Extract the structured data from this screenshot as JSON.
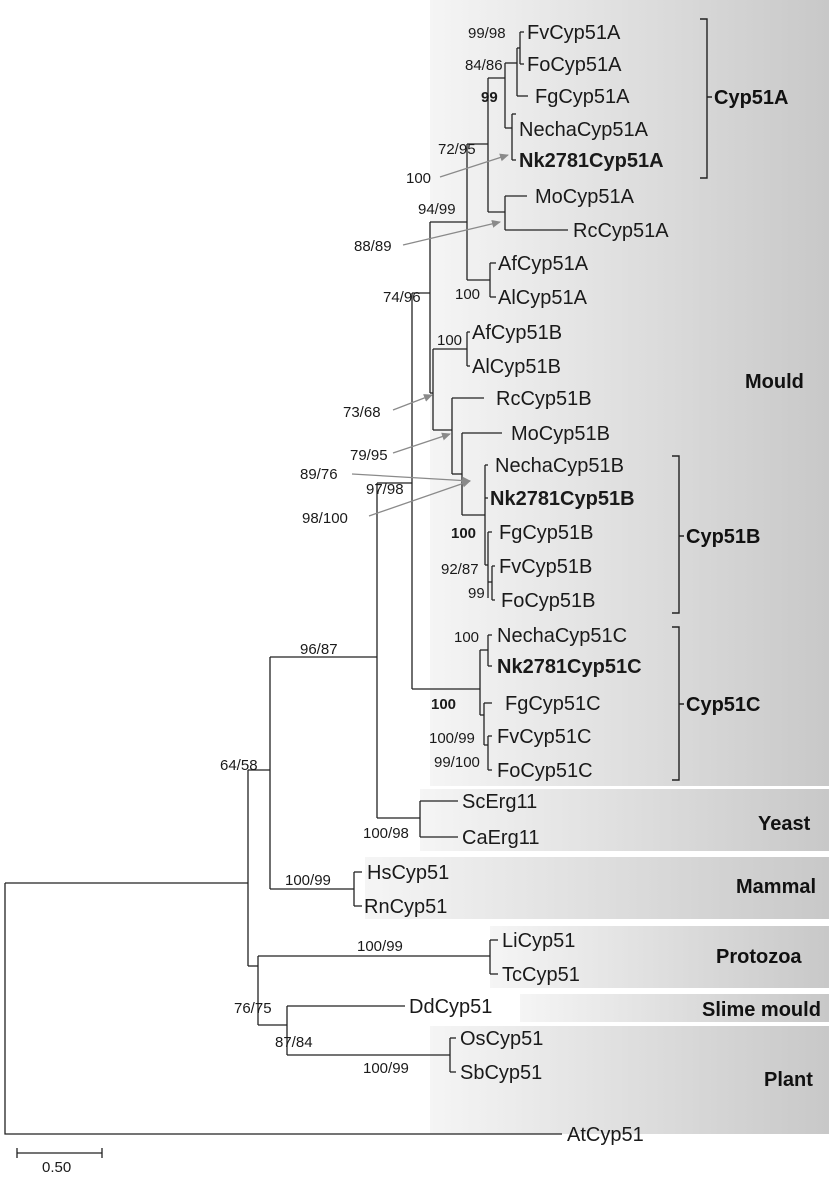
{
  "colors": {
    "band_start": "#f4f4f4",
    "band_end": "#c9c9c9",
    "branch": "#222222",
    "pointer": "#8a8a8a"
  },
  "taxa": {
    "fvcyp51a": "FvCyp51A",
    "focyp51a": "FoCyp51A",
    "fgcyp51a": "FgCyp51A",
    "nechacyp51a": "NechaCyp51A",
    "nk2781cyp51a": "Nk2781Cyp51A",
    "mocyp51a": "MoCyp51A",
    "rccyp51a": "RcCyp51A",
    "afcyp51a": "AfCyp51A",
    "alcyp51a": "AlCyp51A",
    "afcyp51b": "AfCyp51B",
    "alcyp51b": "AlCyp51B",
    "rccyp51b": "RcCyp51B",
    "mocyp51b": "MoCyp51B",
    "nechacyp51b": "NechaCyp51B",
    "nk2781cyp51b": "Nk2781Cyp51B",
    "fgcyp51b": "FgCyp51B",
    "fvcyp51b": "FvCyp51B",
    "focyp51b": "FoCyp51B",
    "nechacyp51c": "NechaCyp51C",
    "nk2781cyp51c": "Nk2781Cyp51C",
    "fgcyp51c": "FgCyp51C",
    "fvcyp51c": "FvCyp51C",
    "focyp51c": "FoCyp51C",
    "scerg11": "ScErg11",
    "caerg11": "CaErg11",
    "hscyp51": "HsCyp51",
    "rncyp51": "RnCyp51",
    "licyp51": "LiCyp51",
    "tccyp51": "TcCyp51",
    "ddcyp51": "DdCyp51",
    "oscyp51": "OsCyp51",
    "sbcyp51": "SbCyp51",
    "atcyp51": "AtCyp51"
  },
  "support": {
    "s99_98": "99/98",
    "s84_86": "84/86",
    "s99": "99",
    "s72_95": "72/95",
    "s100_nk": "100",
    "s94_99": "94/99",
    "s88_89": "88/89",
    "s100_af": "100",
    "s74_96": "74/96",
    "s100_afb": "100",
    "s73_68": "73/68",
    "s79_95": "79/95",
    "s89_76": "89/76",
    "s97_98": "97/98",
    "s98_100": "98/100",
    "s100_b": "100",
    "s92_87": "92/87",
    "s99_fo": "99",
    "s100_nc": "100",
    "s100_c": "100",
    "s100_99_fv": "100/99",
    "s99_100": "99/100",
    "s96_87": "96/87",
    "s64_58": "64/58",
    "s100_98": "100/98",
    "s100_99_mam": "100/99",
    "s100_99_pro": "100/99",
    "s76_75": "76/75",
    "s87_84": "87/84",
    "s100_99_pl": "100/99"
  },
  "groups": {
    "cyp51a": "Cyp51A",
    "cyp51b": "Cyp51B",
    "cyp51c": "Cyp51C",
    "mould": "Mould",
    "yeast": "Yeast",
    "mammal": "Mammal",
    "protozoa": "Protozoa",
    "slime": "Slime mould",
    "plant": "Plant"
  },
  "scale": {
    "label": "0.50"
  }
}
